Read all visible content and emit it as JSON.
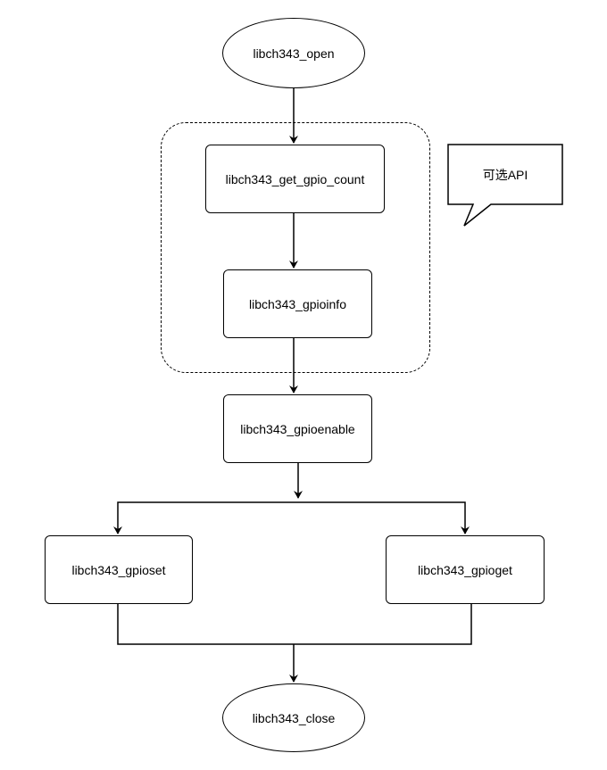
{
  "diagram": {
    "nodes": {
      "open": "libch343_open",
      "get_gpio_count": "libch343_get_gpio_count",
      "gpioinfo": "libch343_gpioinfo",
      "gpioenable": "libch343_gpioenable",
      "gpioset": "libch343_gpioset",
      "gpioget": "libch343_gpioget",
      "close": "libch343_close"
    },
    "callout": "可选API",
    "edges": [
      [
        "open",
        "get_gpio_count"
      ],
      [
        "get_gpio_count",
        "gpioinfo"
      ],
      [
        "gpioinfo",
        "gpioenable"
      ],
      [
        "gpioenable",
        "gpioset"
      ],
      [
        "gpioenable",
        "gpioget"
      ],
      [
        "gpioset",
        "close"
      ],
      [
        "gpioget",
        "close"
      ]
    ]
  }
}
